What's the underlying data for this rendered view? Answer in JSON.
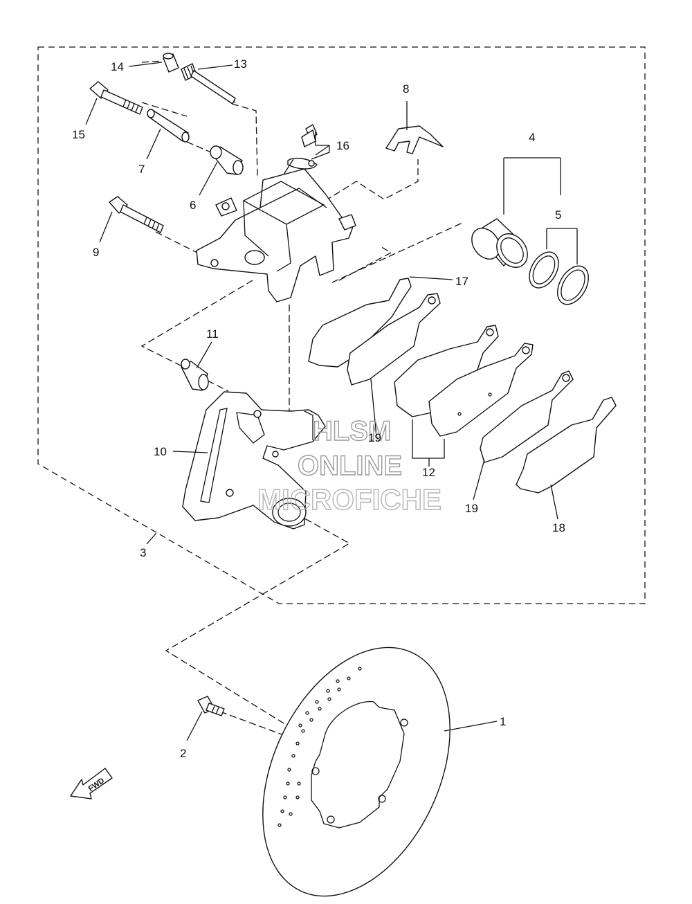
{
  "callouts": {
    "n1": "1",
    "n2": "2",
    "n3": "3",
    "n4": "4",
    "n5": "5",
    "n6": "6",
    "n7": "7",
    "n8": "8",
    "n9": "9",
    "n10": "10",
    "n11": "11",
    "n12": "12",
    "n13": "13",
    "n14": "14",
    "n15": "15",
    "n16": "16",
    "n17": "17",
    "n18": "18",
    "n19a": "19",
    "n19b": "19"
  },
  "watermark": {
    "line1": "HLSM",
    "line2": "ONLINE",
    "line3": "MICROFICHE"
  },
  "direction_arrow": {
    "label": "FWD"
  },
  "colors": {
    "ink": "#111111",
    "watermark": "#9a9a9a",
    "background": "#ffffff"
  }
}
